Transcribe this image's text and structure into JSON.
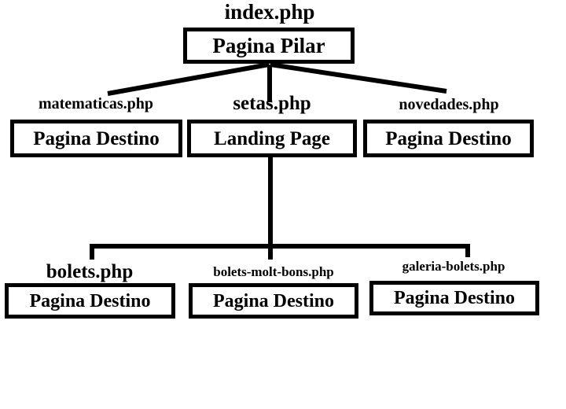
{
  "diagram": {
    "title": "index.php",
    "background_color": "#ffffff",
    "line_color": "#000000",
    "nodes": {
      "pilar": {
        "label": "Pagina Pilar",
        "caption": "index.php"
      },
      "matematicas": {
        "label": "Pagina Destino",
        "caption": "matematicas.php"
      },
      "landing": {
        "label": "Landing Page",
        "caption": "setas.php"
      },
      "novedades": {
        "label": "Pagina Destino",
        "caption": "novedades.php"
      },
      "bolets": {
        "label": "Pagina Destino",
        "caption": "bolets.php"
      },
      "bolets_molt_bons": {
        "label": "Pagina Destino",
        "caption": "bolets-molt-bons.php"
      },
      "galeria": {
        "label": "Pagina Destino",
        "caption": "galeria-bolets.php"
      }
    }
  }
}
